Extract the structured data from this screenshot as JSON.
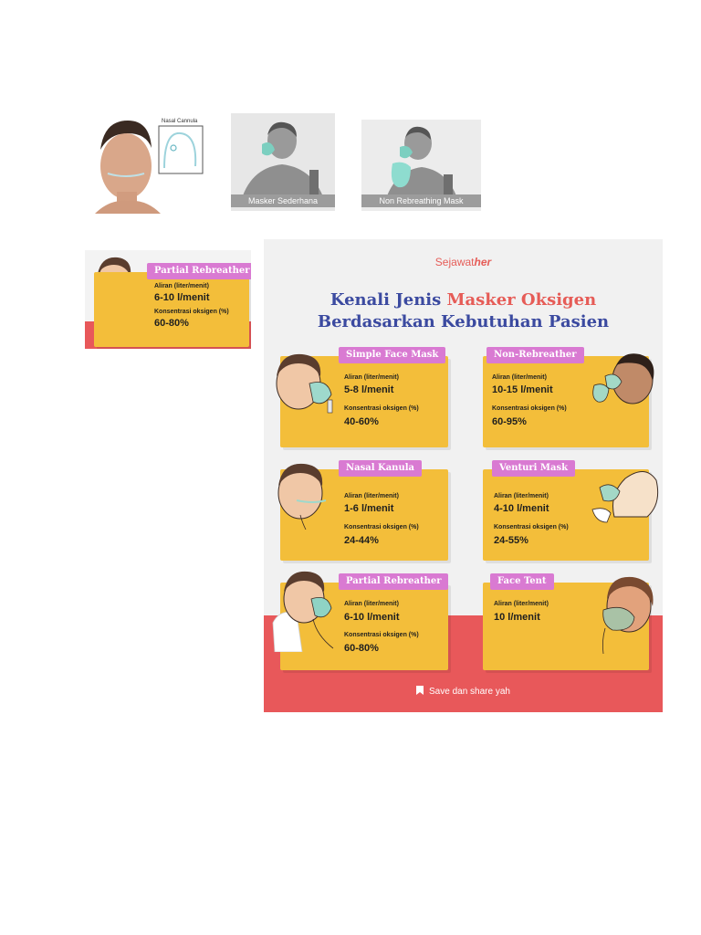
{
  "top_images": {
    "nasal_cannula_caption": "Nasal Cannula",
    "simple_mask_caption": "Masker Sederhana",
    "non_rebreathing_caption": "Non Rebreathing Mask"
  },
  "crop": {
    "title": "Partial Rebreather",
    "flow_label": "Aliran (liter/menit)",
    "flow_value": "6-10 l/menit",
    "conc_label": "Konsentrasi oksigen (%)",
    "conc_value": "60-80%"
  },
  "poster": {
    "brand": "Sejawat",
    "brand_suffix": "her",
    "title_line1_a": "Kenali Jenis ",
    "title_line1_b": "Masker Oksigen",
    "title_line2": "Berdasarkan Kebutuhan Pasien",
    "footer": "Save dan share yah",
    "cards": [
      {
        "title": "Simple Face Mask",
        "flow_label": "Aliran (liter/menit)",
        "flow_value": "5-8 l/menit",
        "conc_label": "Konsentrasi oksigen (%)",
        "conc_value": "40-60%"
      },
      {
        "title": "Non-Rebreather",
        "flow_label": "Aliran (liter/menit)",
        "flow_value": "10-15 l/menit",
        "conc_label": "Konsentrasi oksigen (%)",
        "conc_value": "60-95%"
      },
      {
        "title": "Nasal Kanula",
        "flow_label": "Aliran (liter/menit)",
        "flow_value": "1-6 l/menit",
        "conc_label": "Konsentrasi oksigen (%)",
        "conc_value": "24-44%"
      },
      {
        "title": "Venturi Mask",
        "flow_label": "Aliran (liter/menit)",
        "flow_value": "4-10 l/menit",
        "conc_label": "Konsentrasi oksigen (%)",
        "conc_value": "24-55%"
      },
      {
        "title": "Partial Rebreather",
        "flow_label": "Aliran (liter/menit)",
        "flow_value": "6-10 l/menit",
        "conc_label": "Konsentrasi oksigen (%)",
        "conc_value": "60-80%"
      },
      {
        "title": "Face Tent",
        "flow_label": "Aliran (liter/menit)",
        "flow_value": "10 l/menit"
      }
    ]
  },
  "colors": {
    "card_yellow": "#f3be3a",
    "tag_pink": "#d97ad2",
    "title_blue": "#3b4aa0",
    "accent_red": "#e65c57",
    "bottom_red": "#e8585a"
  }
}
